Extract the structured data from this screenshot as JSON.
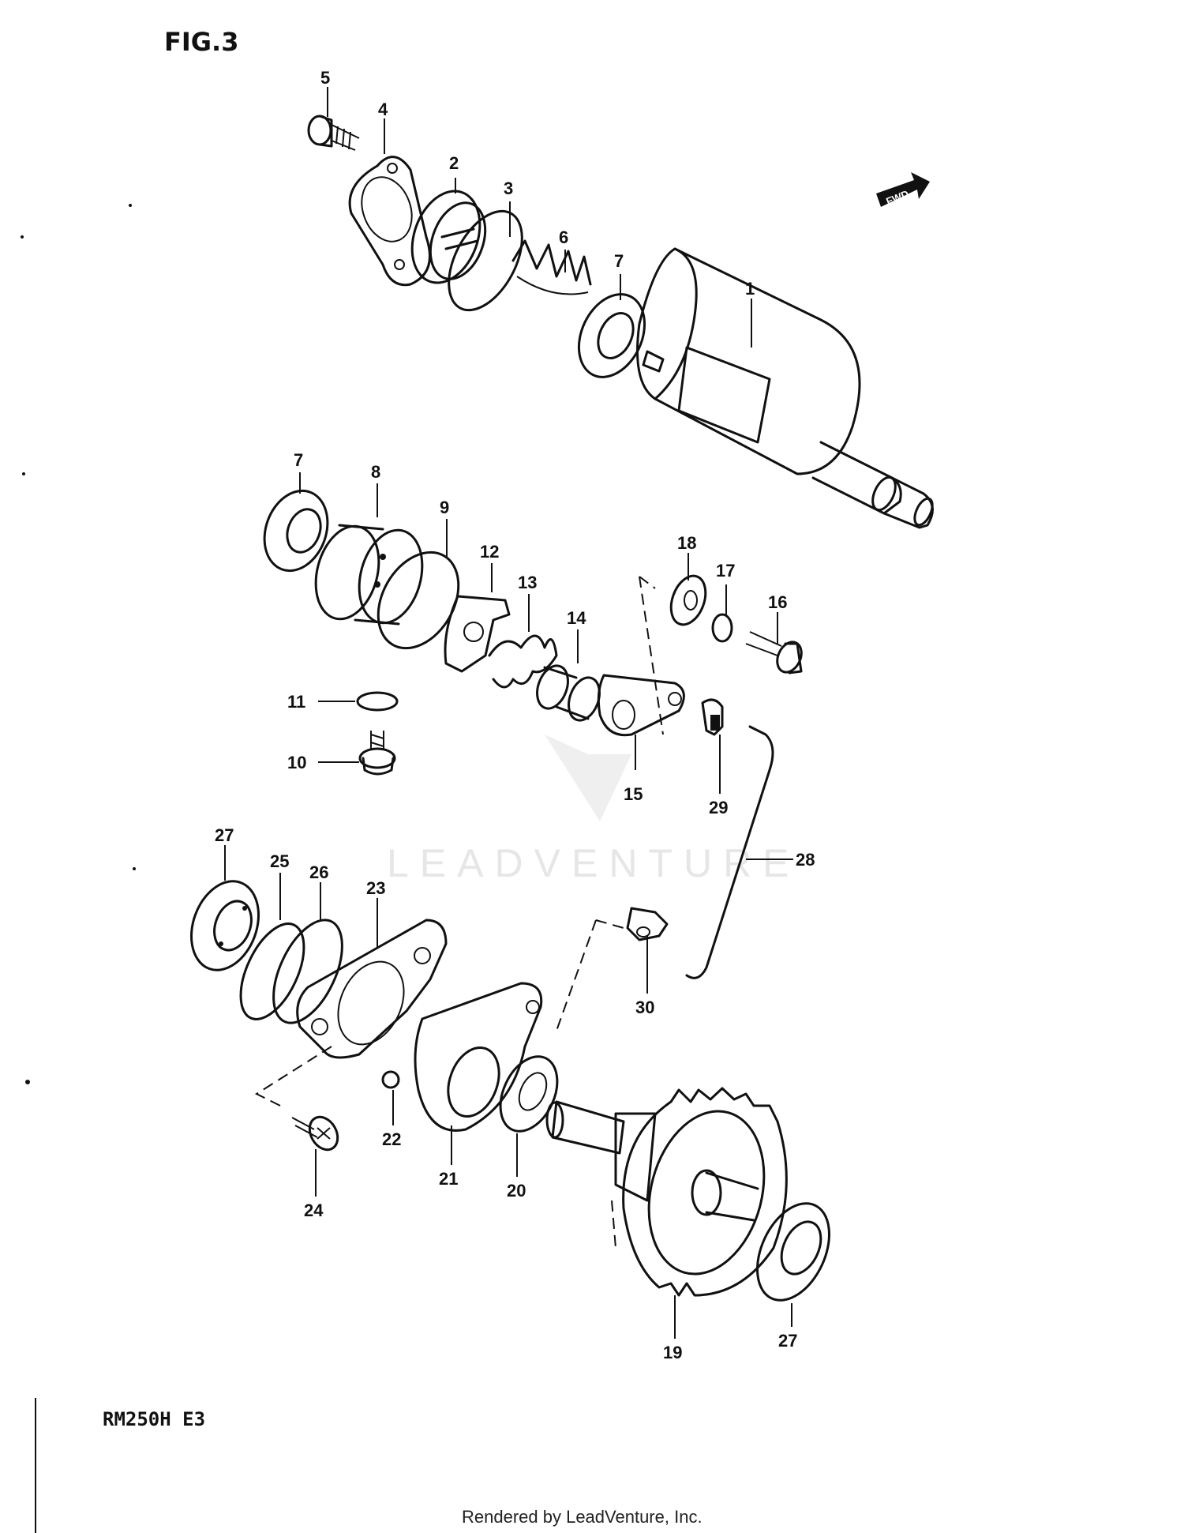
{
  "figure_title": "FIG.3",
  "model_code": "RM250H E3",
  "direction_badge": "FWD",
  "watermark": "LEADVENTURE",
  "footer": "Rendered by LeadVenture, Inc.",
  "callouts": [
    "1",
    "2",
    "3",
    "4",
    "5",
    "6",
    "7",
    "7",
    "8",
    "9",
    "10",
    "11",
    "12",
    "13",
    "14",
    "15",
    "16",
    "17",
    "18",
    "19",
    "20",
    "21",
    "22",
    "23",
    "24",
    "25",
    "26",
    "27",
    "27",
    "28",
    "29",
    "30"
  ]
}
